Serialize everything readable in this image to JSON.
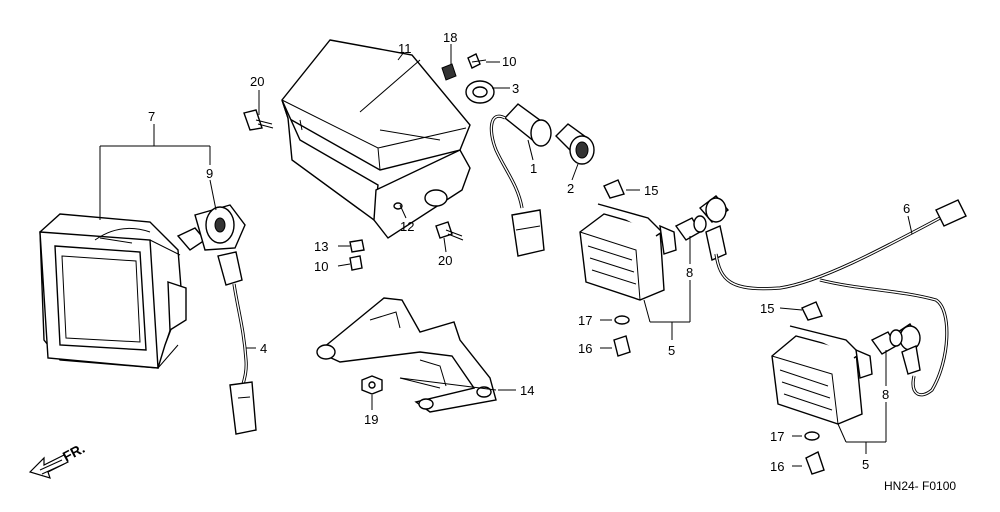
{
  "diagram": {
    "callouts": [
      "1",
      "2",
      "3",
      "4",
      "5",
      "5",
      "6",
      "7",
      "8",
      "8",
      "9",
      "10",
      "10",
      "11",
      "12",
      "13",
      "14",
      "15",
      "15",
      "16",
      "16",
      "17",
      "17",
      "18",
      "19",
      "20",
      "20"
    ],
    "direction_label": "FR.",
    "code": "HN24- F0100"
  }
}
